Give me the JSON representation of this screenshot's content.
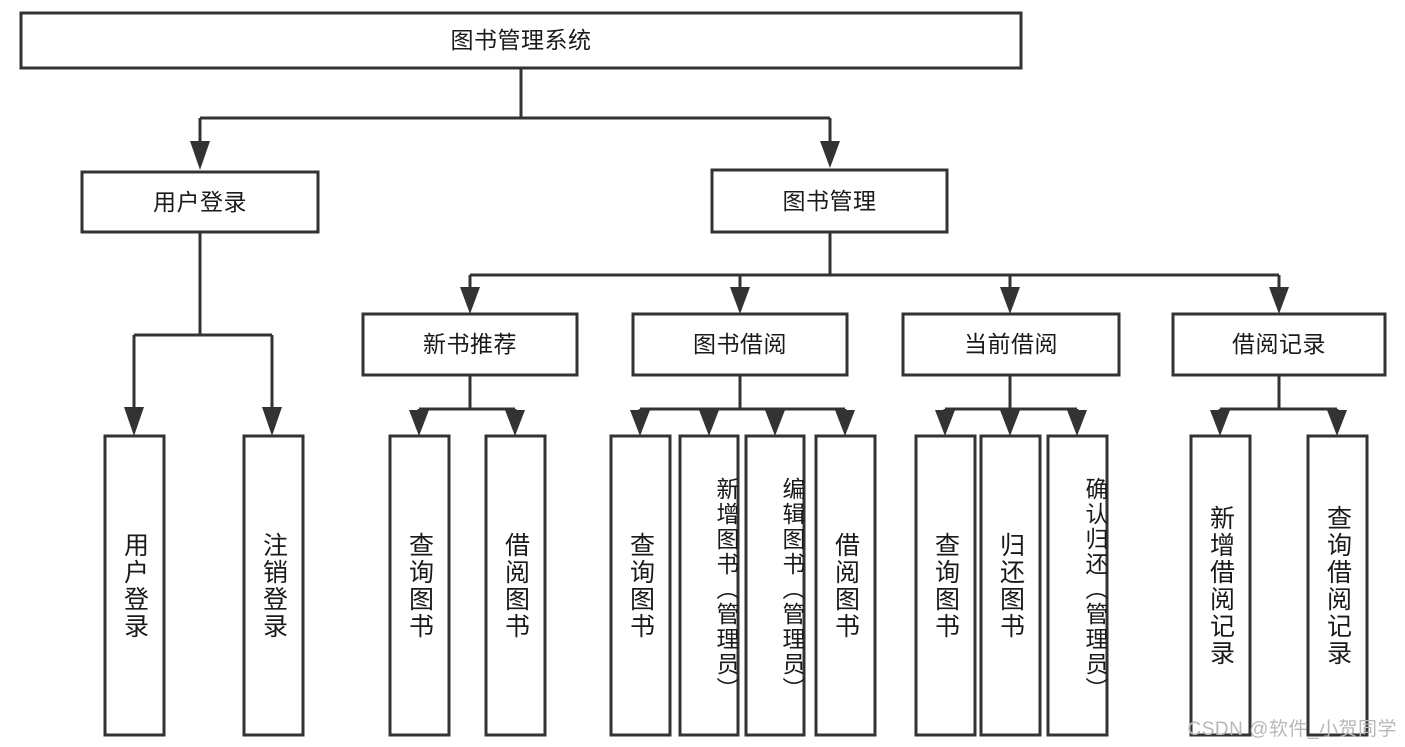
{
  "diagram": {
    "title": "图书管理系统",
    "type": "hierarchy-tree",
    "colors": {
      "stroke": "#333333",
      "box_fill": "#ffffff",
      "text": "#1a1a1a",
      "watermark": "#b8b8b8",
      "background": "#ffffff"
    },
    "levels": {
      "root": {
        "label": "图书管理系统"
      },
      "level2": [
        {
          "label": "用户登录"
        },
        {
          "label": "图书管理"
        }
      ],
      "level3": [
        {
          "label": "新书推荐"
        },
        {
          "label": "图书借阅"
        },
        {
          "label": "当前借阅"
        },
        {
          "label": "借阅记录"
        }
      ],
      "leaves": [
        {
          "label": "用户登录",
          "parent": "用户登录"
        },
        {
          "label": "注销登录",
          "parent": "用户登录"
        },
        {
          "label": "查询图书",
          "parent": "新书推荐"
        },
        {
          "label": "借阅图书",
          "parent": "新书推荐"
        },
        {
          "label": "查询图书",
          "parent": "图书借阅"
        },
        {
          "label": "新增图书（管理员）",
          "parent": "图书借阅"
        },
        {
          "label": "编辑图书（管理员）",
          "parent": "图书借阅"
        },
        {
          "label": "借阅图书",
          "parent": "图书借阅"
        },
        {
          "label": "查询图书",
          "parent": "当前借阅"
        },
        {
          "label": "归还图书",
          "parent": "当前借阅"
        },
        {
          "label": "确认归还（管理员）",
          "parent": "当前借阅"
        },
        {
          "label": "新增借阅记录",
          "parent": "借阅记录"
        },
        {
          "label": "查询借阅记录",
          "parent": "借阅记录"
        }
      ]
    }
  },
  "watermark": {
    "text": "CSDN @软件_小贺同学"
  }
}
